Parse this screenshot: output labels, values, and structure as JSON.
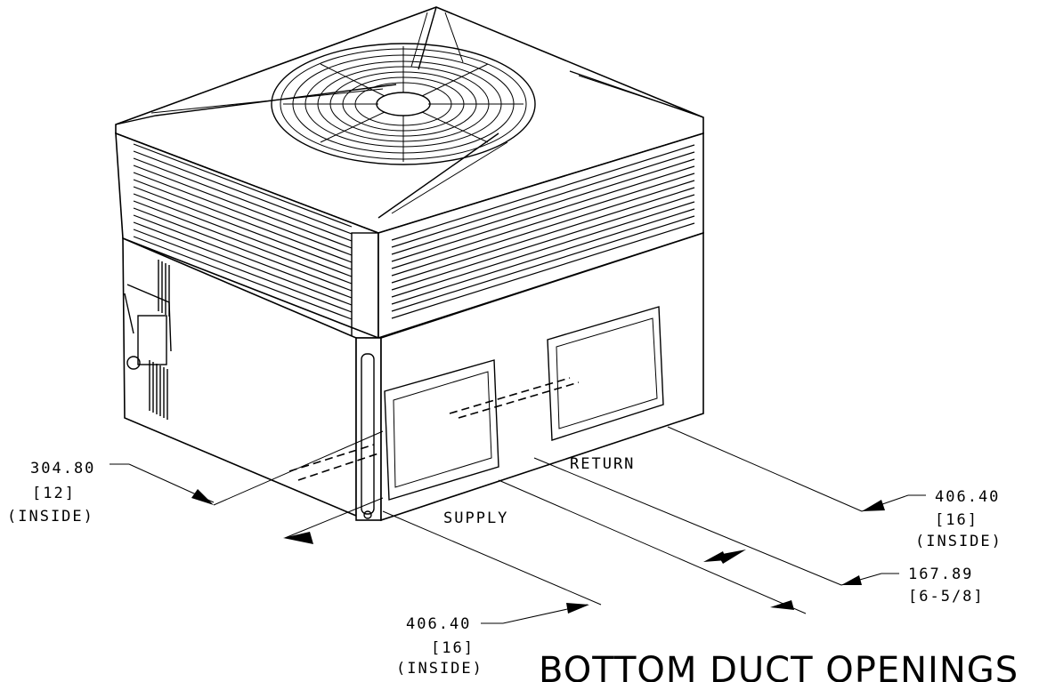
{
  "drawing": {
    "title": "BOTTOM DUCT OPENINGS",
    "labels": {
      "return": "RETURN",
      "supply": "SUPPLY"
    },
    "dimensions": [
      {
        "id": "left_depth",
        "value": "304.80",
        "imperial": "[12]",
        "note": "(INSIDE)"
      },
      {
        "id": "right_width",
        "value": "406.40",
        "imperial": "[16]",
        "note": "(INSIDE)"
      },
      {
        "id": "spacing",
        "value": "167.89",
        "imperial": "[6-5/8]"
      },
      {
        "id": "bottom_width",
        "value": "406.40",
        "imperial": "[16]",
        "note": "(INSIDE)"
      }
    ]
  }
}
